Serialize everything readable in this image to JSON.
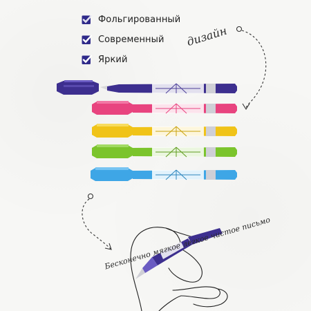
{
  "features": [
    {
      "label": "Фольгированный",
      "icon": "checkbox-checked-icon"
    },
    {
      "label": "Современный",
      "icon": "checkbox-checked-icon"
    },
    {
      "label": "Яркий",
      "icon": "checkbox-checked-icon"
    }
  ],
  "design_word": "дизайн",
  "tagline": "Бесконечно мягкое легкое чистое письмо",
  "pens": [
    {
      "name": "pen-purple",
      "color": "#3d2f8f",
      "accent": "#6a5bc2",
      "cap_on": false
    },
    {
      "name": "pen-pink",
      "color": "#e8447f",
      "accent": "#f277a4",
      "cap_on": true
    },
    {
      "name": "pen-yellow",
      "color": "#f0c318",
      "accent": "#f8dc5e",
      "cap_on": true
    },
    {
      "name": "pen-green",
      "color": "#7bc42c",
      "accent": "#a2da63",
      "cap_on": true
    },
    {
      "name": "pen-blue",
      "color": "#3ea6e6",
      "accent": "#77c4f2",
      "cap_on": true
    }
  ],
  "colors": {
    "check_bg": "#2f2a8a",
    "check_mark": "#ffffff",
    "ink": "#2b2b2b"
  }
}
